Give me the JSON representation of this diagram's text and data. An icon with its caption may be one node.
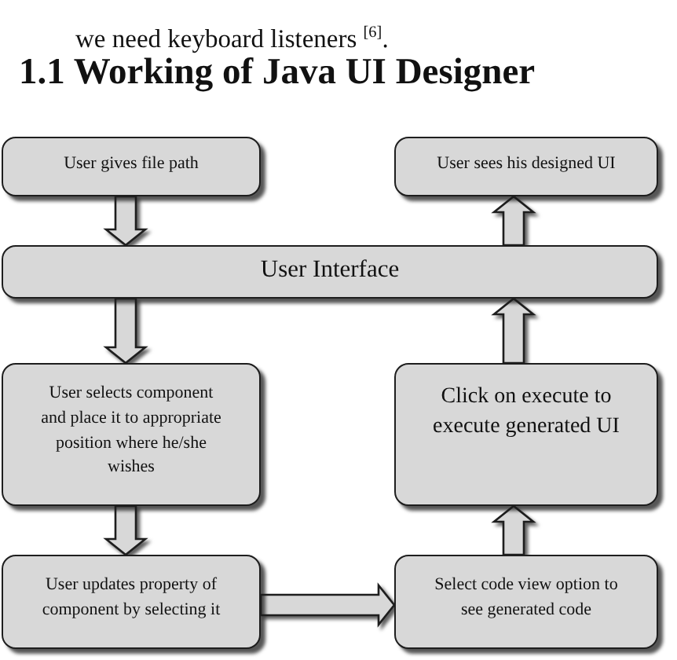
{
  "diagram": {
    "title": "1.1 Working of Java UI Designer",
    "nodes": [
      {
        "text": [
          "User gives file path"
        ]
      },
      {
        "text": [
          "User sees his designed UI"
        ]
      },
      {
        "text": [
          "User Interface"
        ]
      },
      {
        "text": [
          "User selects component and place it to appropriate position where he/she wishes"
        ]
      },
      {
        "text": [
          "Click on execute to execute generated UI"
        ]
      },
      {
        "text": [
          "User updates property of component by selecting it"
        ]
      },
      {
        "text": [
          "Select code view option to see generated code"
        ]
      }
    ],
    "edges": [
      {
        "from": 0,
        "to": 2,
        "arrow": "to"
      },
      {
        "from": 2,
        "to": 3,
        "arrow": "to"
      },
      {
        "from": 3,
        "to": 5,
        "arrow": "to"
      },
      {
        "from": 5,
        "to": 6,
        "arrow": "to"
      },
      {
        "from": 6,
        "to": 4,
        "arrow": "to"
      },
      {
        "from": 4,
        "to": 2,
        "arrow": "to"
      },
      {
        "from": 2,
        "to": 1,
        "arrow": "to"
      }
    ],
    "labels": [
      "we need keyboard listeners $^{[6]}$."
    ]
  }
}
